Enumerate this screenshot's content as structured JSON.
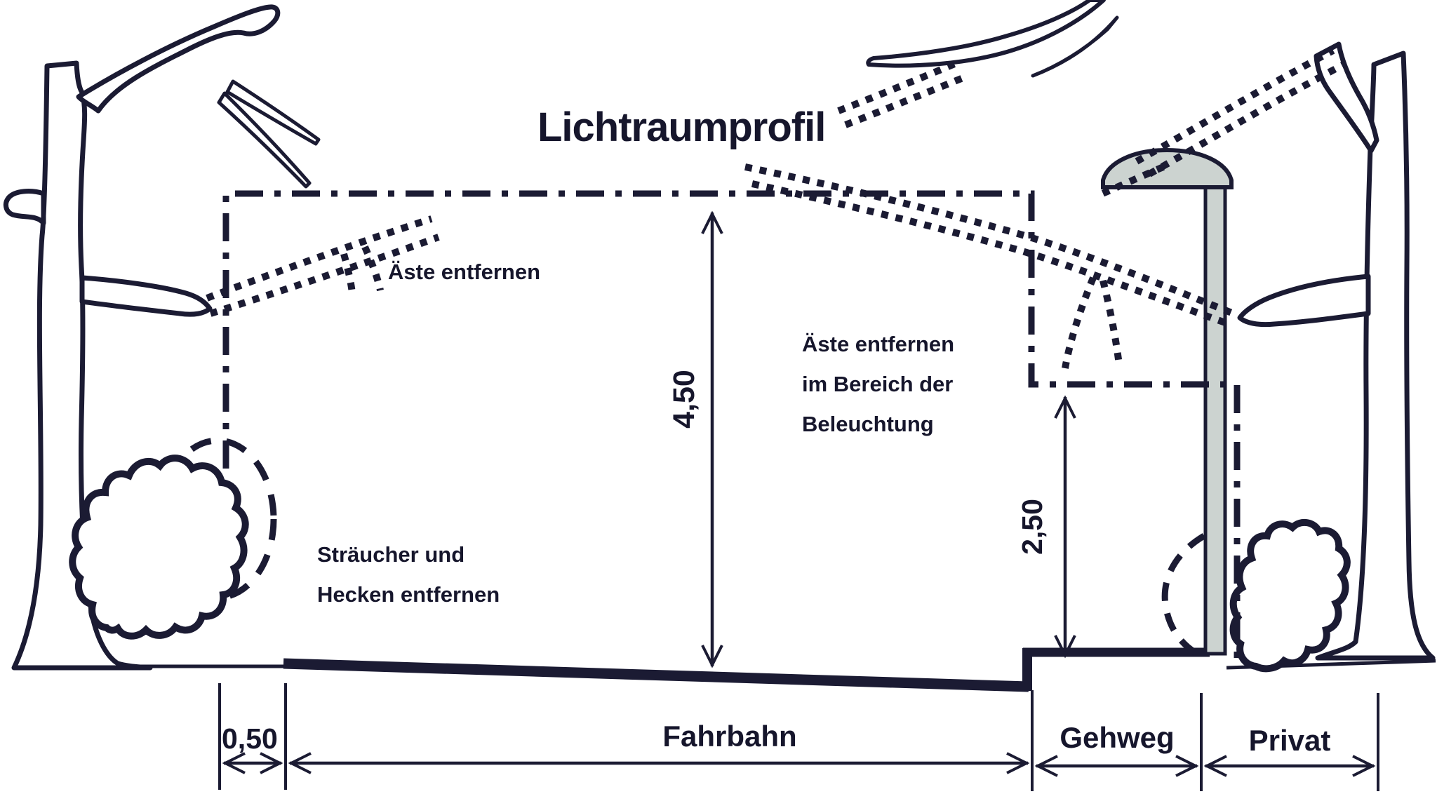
{
  "diagram": {
    "title": "Lichtraumprofil",
    "annotations": {
      "branches_left": "Äste entfernen",
      "branches_right_line1": "Äste entfernen",
      "branches_right_line2": "im Bereich der",
      "branches_right_line3": "Beleuchtung",
      "shrubs_line1": "Sträucher und",
      "shrubs_line2": "Hecken entfernen"
    },
    "dimensions": {
      "clearance_height": "4,50",
      "lighting_clearance_height": "2,50",
      "verge_width": "0,50"
    },
    "zones": {
      "road": "Fahrbahn",
      "sidewalk": "Gehweg",
      "private": "Privat"
    },
    "colors": {
      "ink": "#1b1b33",
      "lamp_gray": "#ccd3d0",
      "background": "#ffffff"
    }
  }
}
